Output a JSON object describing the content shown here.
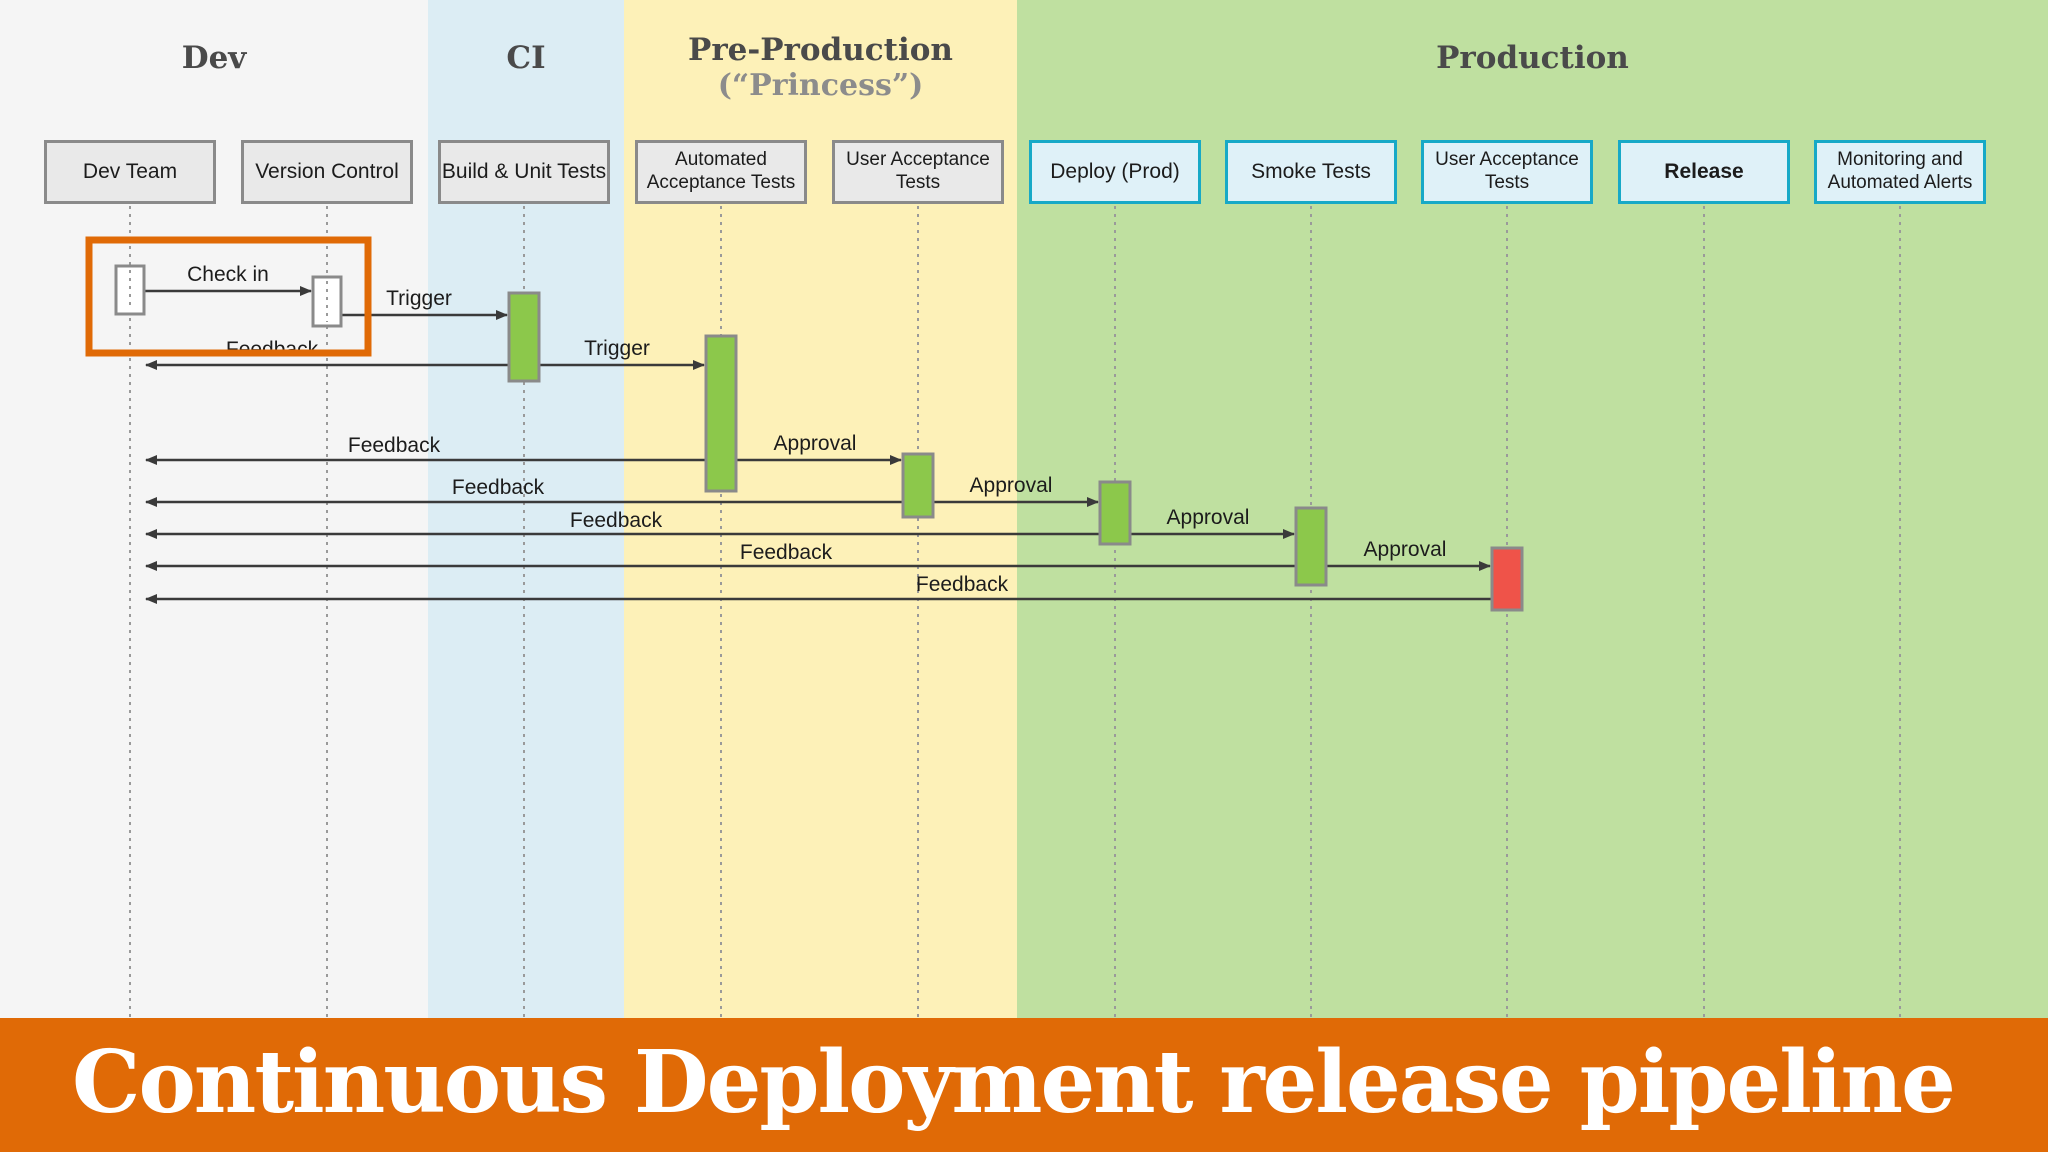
{
  "bands": [
    {
      "id": "dev",
      "title": "Dev",
      "subtitle": "",
      "color": "#f5f5f5"
    },
    {
      "id": "ci",
      "title": "CI",
      "subtitle": "",
      "color": "#dcedf4"
    },
    {
      "id": "preprod",
      "title": "Pre-Production",
      "subtitle": "(“Princess”)",
      "color": "#fdf1b8"
    },
    {
      "id": "prod",
      "title": "Production",
      "subtitle": "",
      "color": "#bfe0a0"
    }
  ],
  "lanes": [
    {
      "id": "dev-team",
      "label": "Dev Team",
      "style": "gray"
    },
    {
      "id": "version-control",
      "label": "Version Control",
      "style": "gray"
    },
    {
      "id": "build-unit-tests",
      "label": "Build & Unit Tests",
      "style": "gray"
    },
    {
      "id": "automated-acceptance-tests",
      "label": "Automated Acceptance Tests",
      "style": "gray"
    },
    {
      "id": "user-acceptance-tests-preprod",
      "label": "User Acceptance Tests",
      "style": "gray"
    },
    {
      "id": "deploy-prod",
      "label": "Deploy (Prod)",
      "style": "blue"
    },
    {
      "id": "smoke-tests",
      "label": "Smoke Tests",
      "style": "blue"
    },
    {
      "id": "user-acceptance-tests-prod",
      "label": "User Acceptance Tests",
      "style": "blue"
    },
    {
      "id": "release",
      "label": "Release",
      "style": "blue"
    },
    {
      "id": "monitoring-alerts",
      "label": "Monitoring and Automated Alerts",
      "style": "blue"
    }
  ],
  "activations": [
    {
      "lane": 0,
      "status": "open"
    },
    {
      "lane": 1,
      "status": "open"
    },
    {
      "lane": 2,
      "status": "success"
    },
    {
      "lane": 3,
      "status": "success"
    },
    {
      "lane": 4,
      "status": "success"
    },
    {
      "lane": 5,
      "status": "success"
    },
    {
      "lane": 6,
      "status": "success"
    },
    {
      "lane": 7,
      "status": "failure"
    }
  ],
  "messages": [
    {
      "from": 0,
      "to": 1,
      "label": "Check in"
    },
    {
      "from": 1,
      "to": 2,
      "label": "Trigger"
    },
    {
      "from": 2,
      "to": 0,
      "label": "Feedback"
    },
    {
      "from": 2,
      "to": 3,
      "label": "Trigger"
    },
    {
      "from": 3,
      "to": 4,
      "label": "Approval"
    },
    {
      "from": 3,
      "to": 0,
      "label": "Feedback"
    },
    {
      "from": 4,
      "to": 5,
      "label": "Approval"
    },
    {
      "from": 4,
      "to": 0,
      "label": "Feedback"
    },
    {
      "from": 5,
      "to": 6,
      "label": "Approval"
    },
    {
      "from": 5,
      "to": 0,
      "label": "Feedback"
    },
    {
      "from": 6,
      "to": 7,
      "label": "Approval"
    },
    {
      "from": 6,
      "to": 0,
      "label": "Feedback"
    },
    {
      "from": 7,
      "to": 0,
      "label": "Feedback"
    }
  ],
  "highlight": {
    "color": "#e06a06"
  },
  "colors": {
    "success": "#8cc84b",
    "failure": "#ef5349",
    "open": "#ffffff",
    "arrow": "#3a3a3a"
  },
  "footer": {
    "title": "Continuous Deployment release pipeline"
  }
}
